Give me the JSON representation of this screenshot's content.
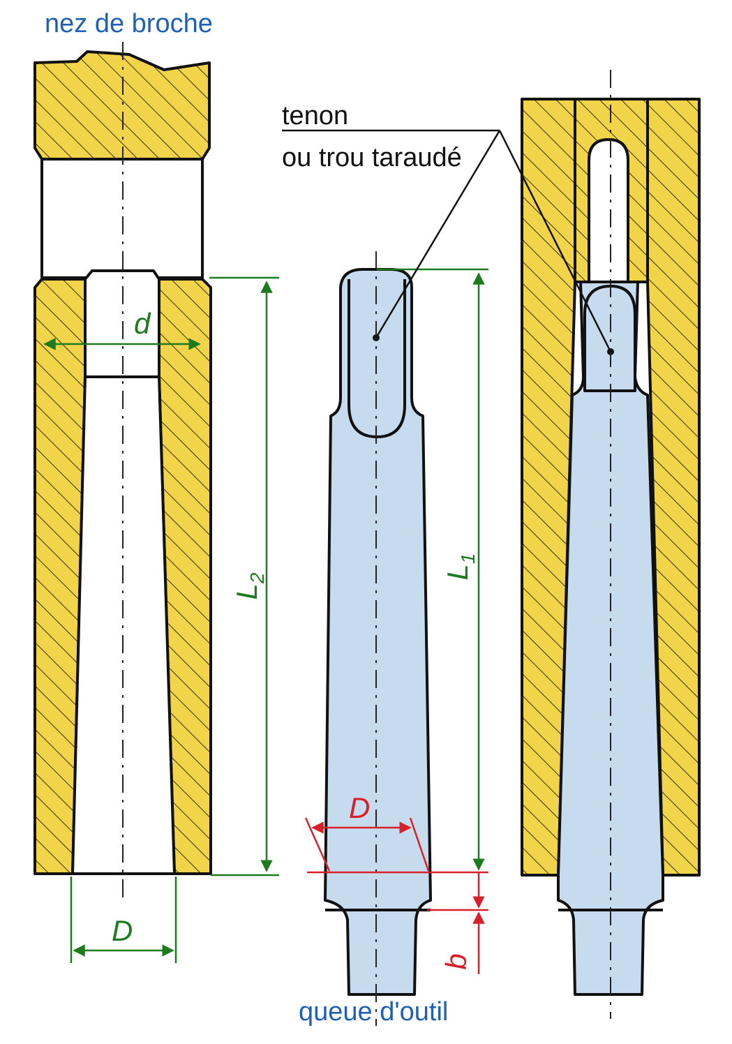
{
  "labels": {
    "spindle_nose": "nez de broche",
    "tenon_line1": "tenon",
    "tenon_line2": "ou trou taraudé",
    "tool_shank": "queue d'outil"
  },
  "dimensions": {
    "d": "d",
    "D_left": "D",
    "L2_main": "L",
    "L2_sub": "2",
    "L1_main": "L",
    "L1_sub": "1",
    "D_mid": "D",
    "b": "b"
  },
  "colors": {
    "spindle_fill": "#f2d44a",
    "shank_fill": "#c6dcee",
    "outline": "#111111",
    "dimension_green": "#1e7a1e",
    "dimension_red": "#d8202a",
    "label_blue": "#1f5fb5"
  }
}
